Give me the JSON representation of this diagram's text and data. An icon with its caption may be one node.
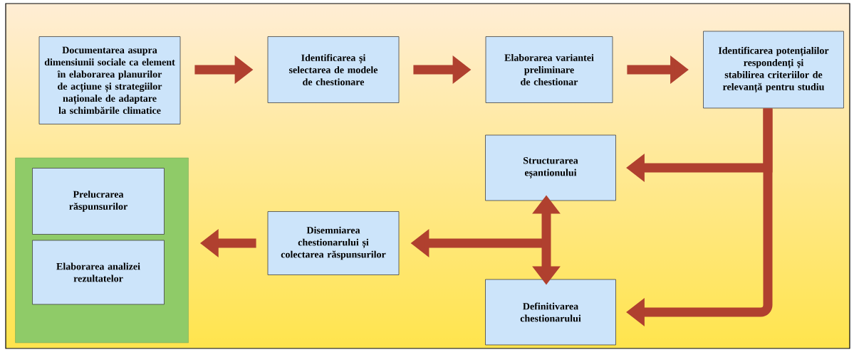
{
  "diagram": {
    "nodes": [
      {
        "text": [
          "Documentarea asupra dimensiunii sociale ca element în elaborarea planurilor de acțiune și strategiilor naționale de adaptare la schimbările climatice"
        ]
      },
      {
        "text": [
          "Identificarea și selectarea de modele de chestionare"
        ]
      },
      {
        "text": [
          "Elaborarea variantei preliminare de chestionar"
        ]
      },
      {
        "text": [
          "Identificarea potențialilor respondenți și stabilirea criteriilor de relevanță pentru studiu"
        ]
      },
      {
        "text": [
          "Structurarea eșantionului"
        ]
      },
      {
        "text": [
          "Definitivarea chestionarului"
        ]
      },
      {
        "text": [
          "Disemniarea chestionarului și colectarea răspunsurilor"
        ]
      },
      {
        "text": [],
        "shape": "box"
      },
      {
        "text": [
          "Prelucrarea răspunsurilor"
        ],
        "in": 7
      },
      {
        "text": [
          "Elaborarea analizei rezultatelor"
        ],
        "in": 7
      }
    ],
    "edges": [
      {
        "from": 0,
        "to": 1,
        "arrow": "to"
      },
      {
        "from": 1,
        "to": 2,
        "arrow": "to"
      },
      {
        "from": 2,
        "to": 3,
        "arrow": "to"
      },
      {
        "from": 3,
        "to": 4,
        "arrow": "to"
      },
      {
        "from": 3,
        "to": 5,
        "arrow": "to"
      },
      {
        "from": 6,
        "to": 4,
        "arrow": "both"
      },
      {
        "from": 6,
        "to": 5,
        "arrow": "both"
      },
      {
        "from": 6,
        "to": 7,
        "arrow": "to"
      }
    ]
  }
}
